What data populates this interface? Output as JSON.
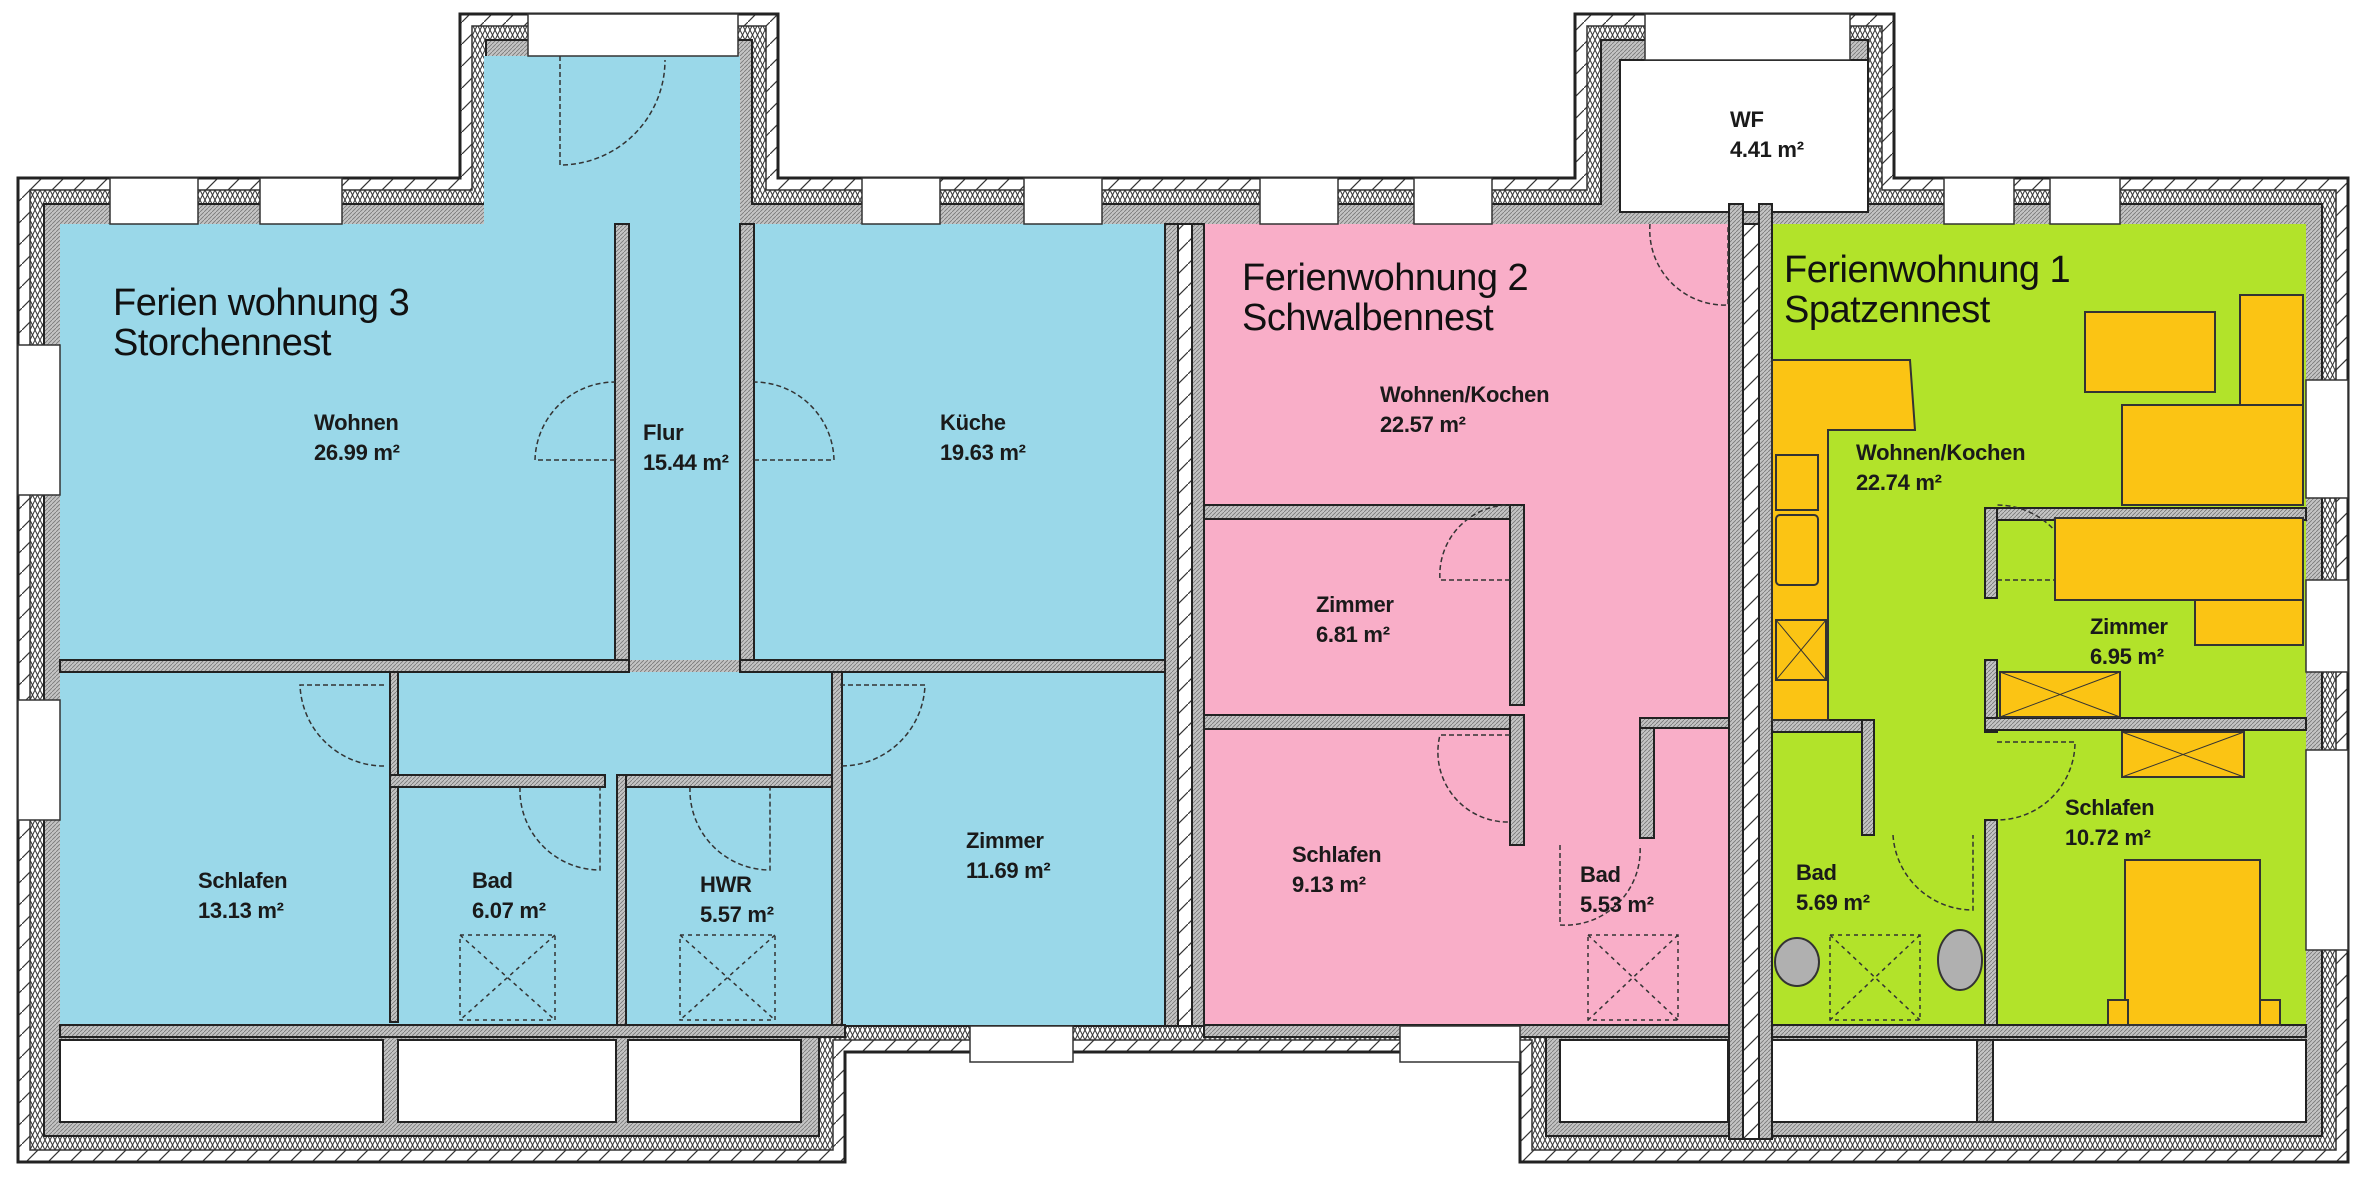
{
  "colors": {
    "unit3": "#9ad8e9",
    "unit2": "#f9aec8",
    "unit1": "#b2e32a",
    "furniture": "#fbc414",
    "wall_core": "#b8b8b8",
    "wall_outline": "#222222",
    "background": "#ffffff"
  },
  "units": [
    {
      "id": "unit3",
      "title_line1": "Ferien wohnung 3",
      "title_line2": "Storchennest",
      "rooms": [
        {
          "name": "Wohnen",
          "area": "26.99 m²"
        },
        {
          "name": "Flur",
          "area": "15.44 m²"
        },
        {
          "name": "Küche",
          "area": "19.63 m²"
        },
        {
          "name": "Schlafen",
          "area": "13.13 m²"
        },
        {
          "name": "Bad",
          "area": "6.07 m²"
        },
        {
          "name": "HWR",
          "area": "5.57 m²"
        },
        {
          "name": "Zimmer",
          "area": "11.69 m²"
        }
      ]
    },
    {
      "id": "unit2",
      "title_line1": "Ferienwohnung 2",
      "title_line2": "Schwalbennest",
      "rooms": [
        {
          "name": "Wohnen/Kochen",
          "area": "22.57 m²"
        },
        {
          "name": "Zimmer",
          "area": "6.81 m²"
        },
        {
          "name": "Schlafen",
          "area": "9.13 m²"
        },
        {
          "name": "Bad",
          "area": "5.53 m²"
        }
      ]
    },
    {
      "id": "unit1",
      "title_line1": "Ferienwohnung 1",
      "title_line2": "Spatzennest",
      "rooms": [
        {
          "name": "Wohnen/Kochen",
          "area": "22.74 m²"
        },
        {
          "name": "Zimmer",
          "area": "6.95 m²"
        },
        {
          "name": "Schlafen",
          "area": "10.72 m²"
        },
        {
          "name": "Bad",
          "area": "5.69 m²"
        }
      ]
    }
  ],
  "shared": {
    "wf": {
      "name": "WF",
      "area": "4.41 m²"
    }
  }
}
